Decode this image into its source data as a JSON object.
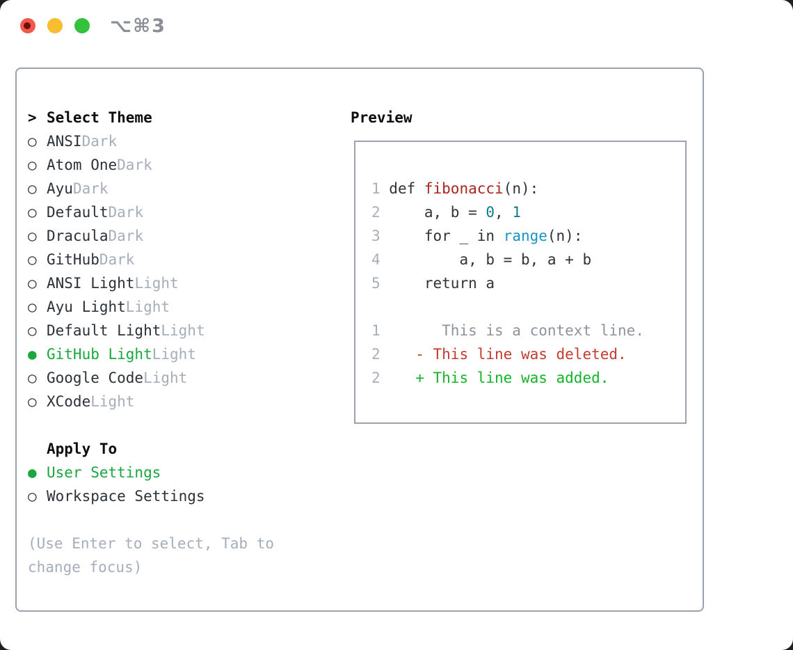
{
  "titlebar": {
    "title": "⌥⌘3",
    "traffic_lights": [
      "close",
      "minimize",
      "zoom"
    ]
  },
  "theme_picker": {
    "header": {
      "marker": ">",
      "label": "Select Theme"
    },
    "unselected_marker": "○",
    "selected_marker": "●",
    "themes": [
      {
        "name": "ANSI",
        "tag": "Dark",
        "selected": false
      },
      {
        "name": "Atom One",
        "tag": "Dark",
        "selected": false
      },
      {
        "name": "Ayu",
        "tag": "Dark",
        "selected": false
      },
      {
        "name": "Default",
        "tag": "Dark",
        "selected": false
      },
      {
        "name": "Dracula",
        "tag": "Dark",
        "selected": false
      },
      {
        "name": "GitHub",
        "tag": "Dark",
        "selected": false
      },
      {
        "name": "ANSI Light",
        "tag": "Light",
        "selected": false
      },
      {
        "name": "Ayu Light",
        "tag": "Light",
        "selected": false
      },
      {
        "name": "Default Light",
        "tag": "Light",
        "selected": false
      },
      {
        "name": "GitHub Light",
        "tag": "Light",
        "selected": true
      },
      {
        "name": "Google Code",
        "tag": "Light",
        "selected": false
      },
      {
        "name": "XCode",
        "tag": "Light",
        "selected": false
      }
    ],
    "apply_to": {
      "label": "Apply To",
      "options": [
        {
          "name": "User Settings",
          "selected": true
        },
        {
          "name": "Workspace Settings",
          "selected": false
        }
      ]
    },
    "hint_lines": [
      "(Use Enter to select, Tab to",
      "change focus)"
    ]
  },
  "preview": {
    "header": "Preview",
    "lines": [
      [
        {
          "t": "1 ",
          "c": "ln"
        },
        {
          "t": "def ",
          "c": "code"
        },
        {
          "t": "fibonacci",
          "c": "func"
        },
        {
          "t": "(n):",
          "c": "code"
        }
      ],
      [
        {
          "t": "2 ",
          "c": "ln"
        },
        {
          "t": "    a, b = ",
          "c": "code"
        },
        {
          "t": "0",
          "c": "num"
        },
        {
          "t": ", ",
          "c": "code"
        },
        {
          "t": "1",
          "c": "num"
        }
      ],
      [
        {
          "t": "3 ",
          "c": "ln"
        },
        {
          "t": "    for _ in ",
          "c": "code"
        },
        {
          "t": "range",
          "c": "builtin"
        },
        {
          "t": "(n):",
          "c": "code"
        }
      ],
      [
        {
          "t": "4 ",
          "c": "ln"
        },
        {
          "t": "        a, b = b, a + b",
          "c": "code"
        }
      ],
      [
        {
          "t": "5 ",
          "c": "ln"
        },
        {
          "t": "    return a",
          "c": "code"
        }
      ],
      [],
      [
        {
          "t": "1 ",
          "c": "ln"
        },
        {
          "t": "      This is a context line.",
          "c": "ctx"
        }
      ],
      [
        {
          "t": "2 ",
          "c": "ln"
        },
        {
          "t": "   - This line was deleted.",
          "c": "del"
        }
      ],
      [
        {
          "t": "2 ",
          "c": "ln"
        },
        {
          "t": "   + This line was added.",
          "c": "add"
        }
      ]
    ]
  },
  "colors": {
    "panel_border": "#9aa3ad",
    "text_dark": "#2b3137",
    "text_muted": "#a6aeb9",
    "selected_green": "#19a73e",
    "diff_added_green": "#13b429",
    "diff_deleted_red": "#c43b2d",
    "syntax_function_red": "#ac241c",
    "syntax_number_teal": "#0c7d87",
    "syntax_builtin_blue": "#1794c4",
    "traffic_red": "#f4574b",
    "traffic_yellow": "#f9bd30",
    "traffic_green": "#33c23c"
  }
}
